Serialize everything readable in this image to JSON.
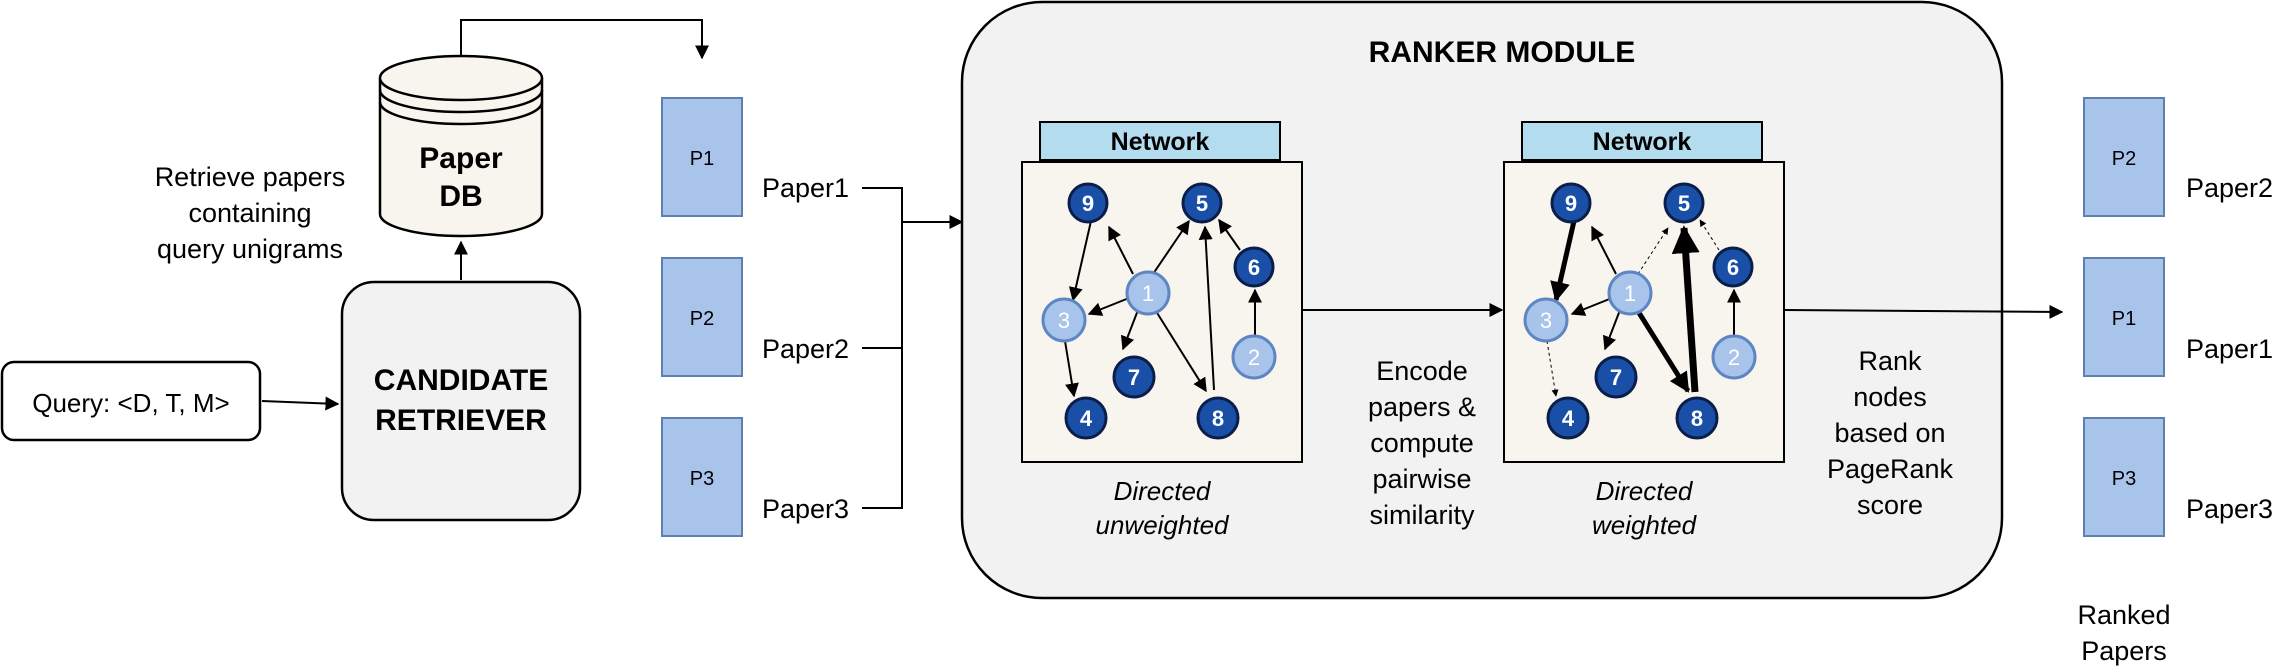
{
  "query": "Query: <D, T, M>",
  "retriever": {
    "line1": "CANDIDATE",
    "line2": "RETRIEVER"
  },
  "db": {
    "line1": "Paper",
    "line2": "DB"
  },
  "retrieve_note": [
    "Retrieve papers",
    "containing",
    "query unigrams"
  ],
  "candidates": [
    {
      "box": "P1",
      "label": "Paper1"
    },
    {
      "box": "P2",
      "label": "Paper2"
    },
    {
      "box": "P3",
      "label": "Paper3"
    }
  ],
  "ranker": {
    "title": "RANKER MODULE",
    "network_label": "Network",
    "caption_left": [
      "Directed",
      "unweighted"
    ],
    "caption_right": [
      "Directed",
      "weighted"
    ],
    "encode_note": [
      "Encode",
      "papers &",
      "compute",
      "pairwise",
      "similarity"
    ],
    "rank_note": [
      "Rank",
      "nodes",
      "based on",
      "PageRank",
      "score"
    ]
  },
  "ranked": [
    {
      "box": "P2",
      "label": "Paper2"
    },
    {
      "box": "P1",
      "label": "Paper1"
    },
    {
      "box": "P3",
      "label": "Paper3"
    }
  ],
  "ranked_caption": [
    "Ranked",
    "Papers"
  ],
  "graph_nodes": [
    "1",
    "2",
    "3",
    "4",
    "5",
    "6",
    "7",
    "8",
    "9"
  ],
  "colors": {
    "node_dark": "#1a4fa8",
    "node_light": "#a9c4ea",
    "network_header": "#b3dcef",
    "panel": "#f7f5ee",
    "ranker_bg": "#f2f2f2",
    "paper_box": "#a9c4ea"
  }
}
